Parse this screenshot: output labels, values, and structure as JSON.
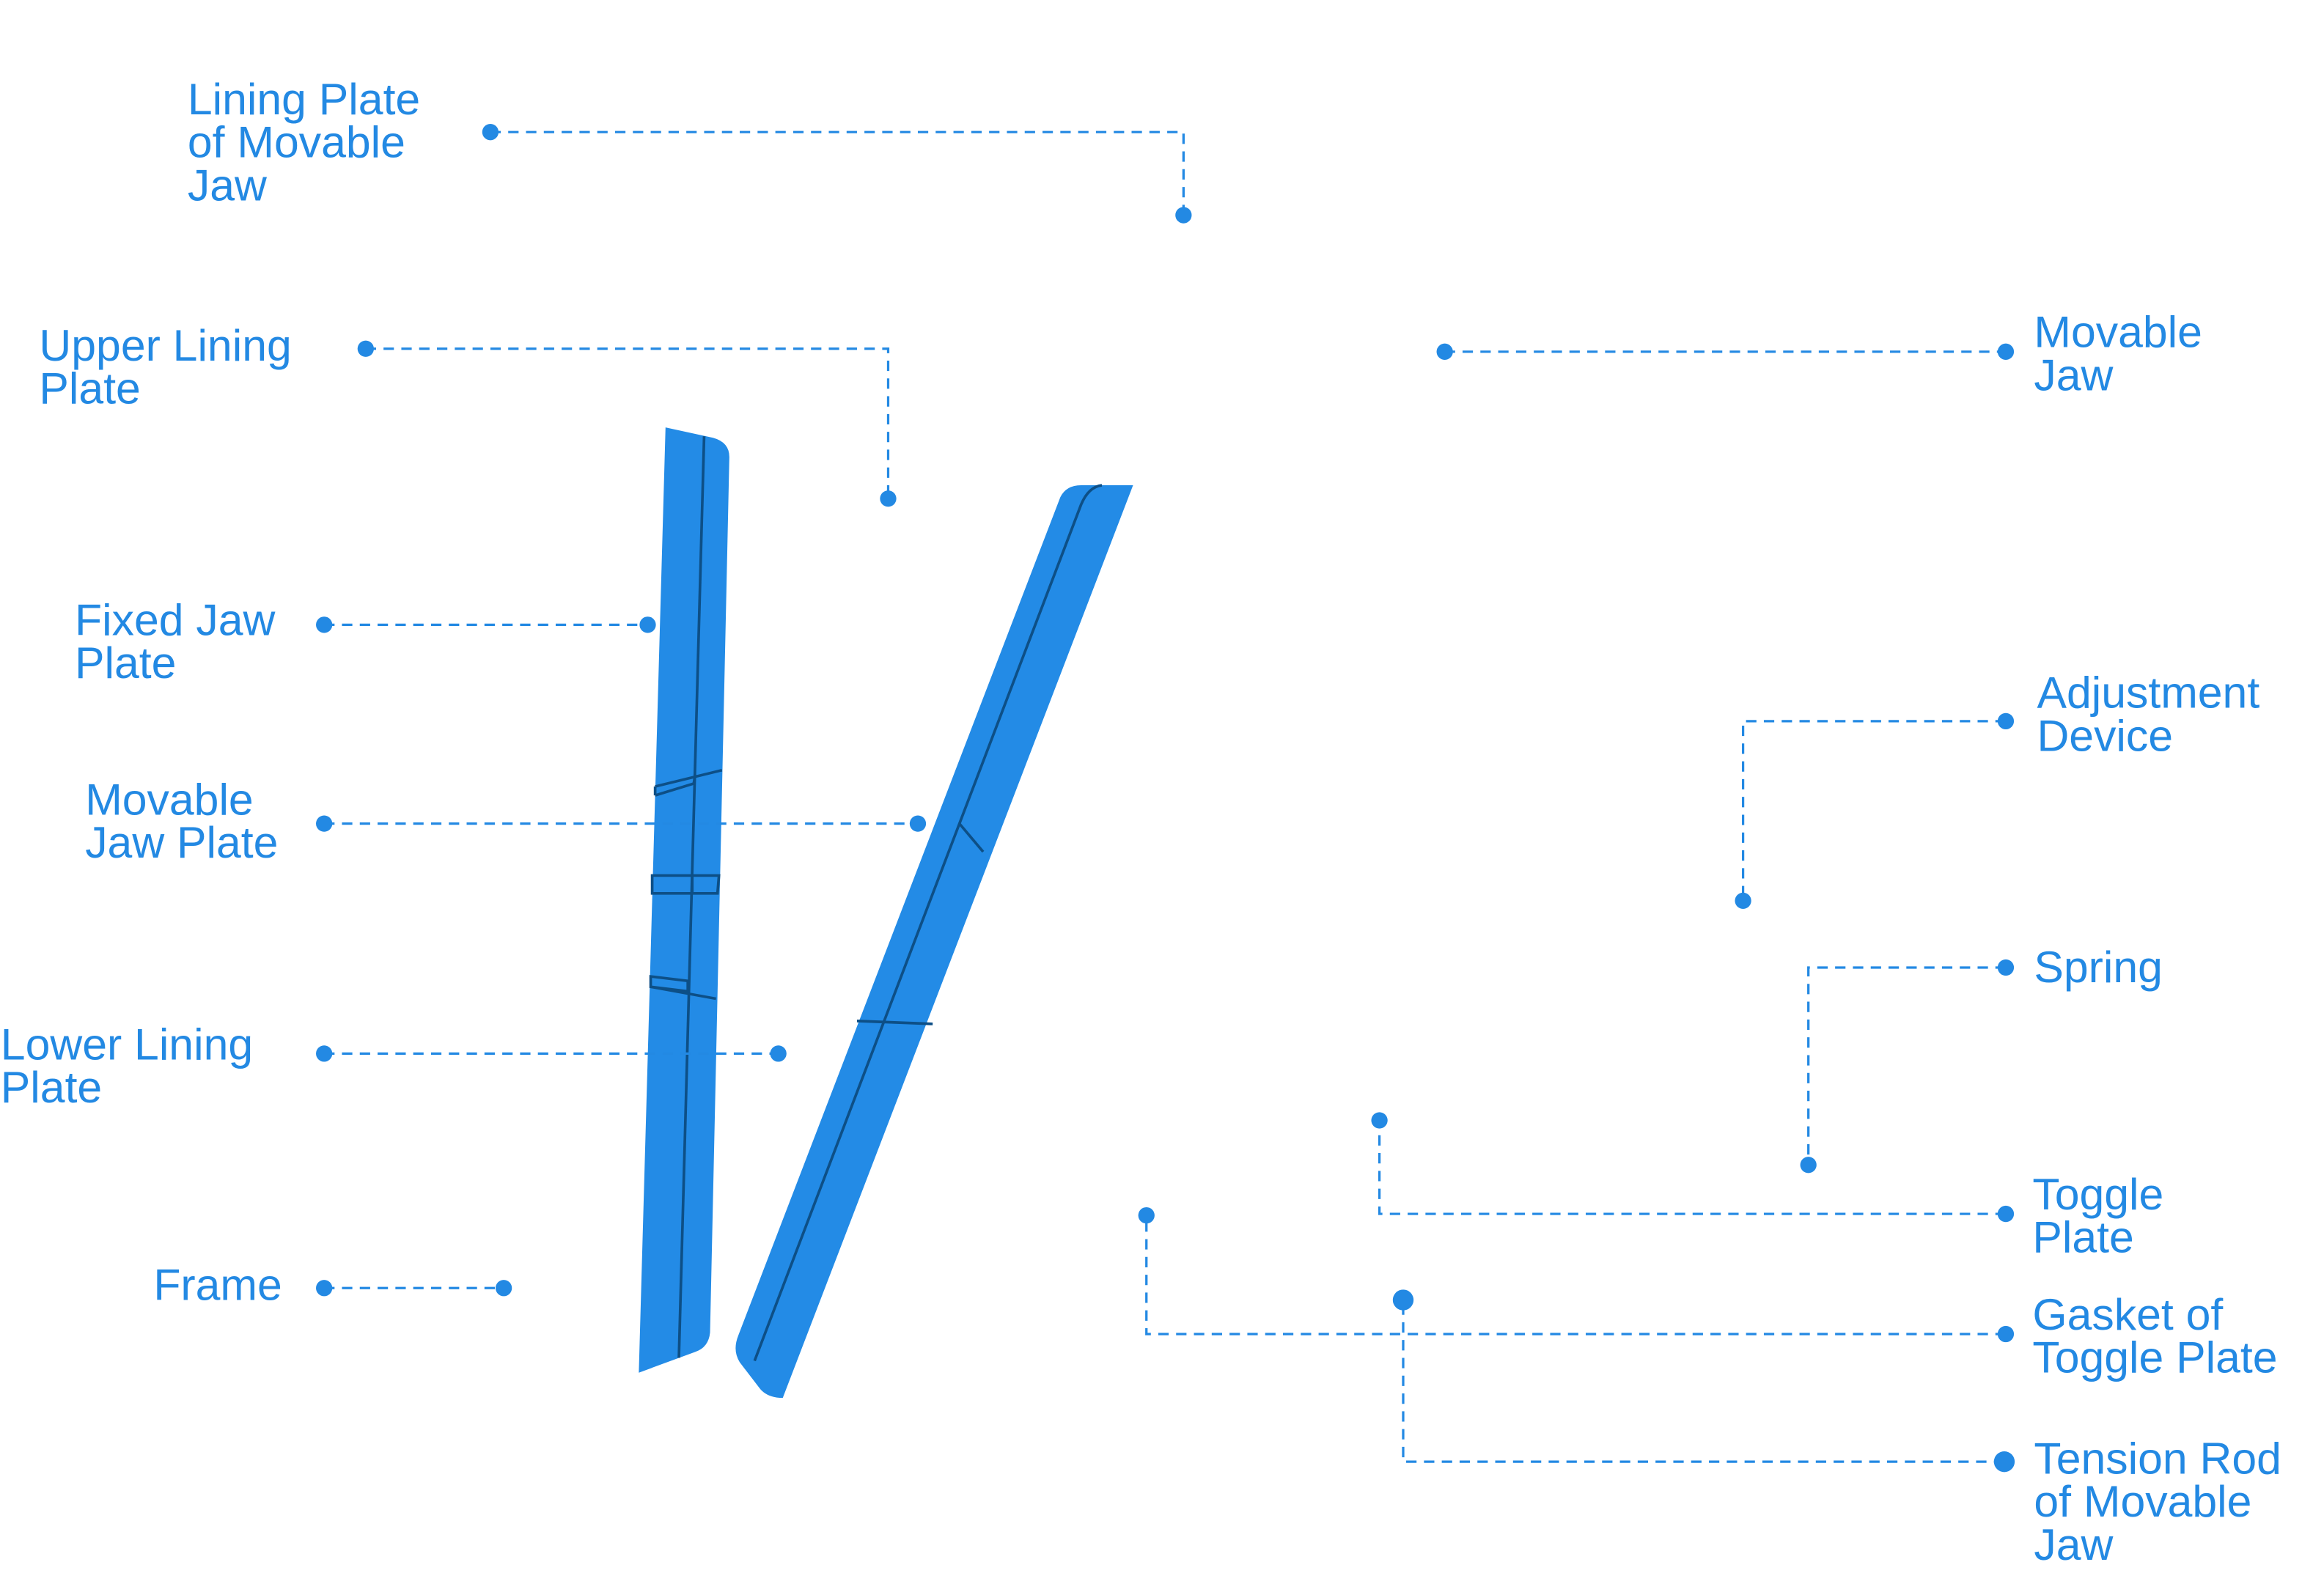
{
  "title": "Jaw crusher parts diagram",
  "colors": {
    "accent": "#2389e3",
    "part_fill": "#238be6",
    "part_line": "#0d4f86"
  },
  "labels": [
    {
      "id": "lining-plate-of-movable-jaw",
      "lines": [
        "Lining Plate",
        "of Movable",
        "Jaw"
      ]
    },
    {
      "id": "upper-lining-plate",
      "lines": [
        "Upper Lining",
        "Plate"
      ]
    },
    {
      "id": "fixed-jaw-plate",
      "lines": [
        "Fixed Jaw",
        "Plate"
      ]
    },
    {
      "id": "movable-jaw-plate",
      "lines": [
        "Movable",
        "Jaw Plate"
      ]
    },
    {
      "id": "lower-lining-plate",
      "lines": [
        "Lower Lining",
        "Plate"
      ]
    },
    {
      "id": "frame",
      "lines": [
        "Frame"
      ]
    },
    {
      "id": "movable-jaw",
      "lines": [
        "Movable",
        "Jaw"
      ]
    },
    {
      "id": "adjustment-device",
      "lines": [
        "Adjustment",
        "Device"
      ]
    },
    {
      "id": "spring",
      "lines": [
        "Spring"
      ]
    },
    {
      "id": "toggle-plate",
      "lines": [
        "Toggle",
        "Plate"
      ]
    },
    {
      "id": "gasket-of-toggle-plate",
      "lines": [
        "Gasket of",
        "Toggle Plate"
      ]
    },
    {
      "id": "tension-rod-of-movable-jaw",
      "lines": [
        "Tension Rod",
        "of Movable",
        "Jaw"
      ]
    }
  ]
}
